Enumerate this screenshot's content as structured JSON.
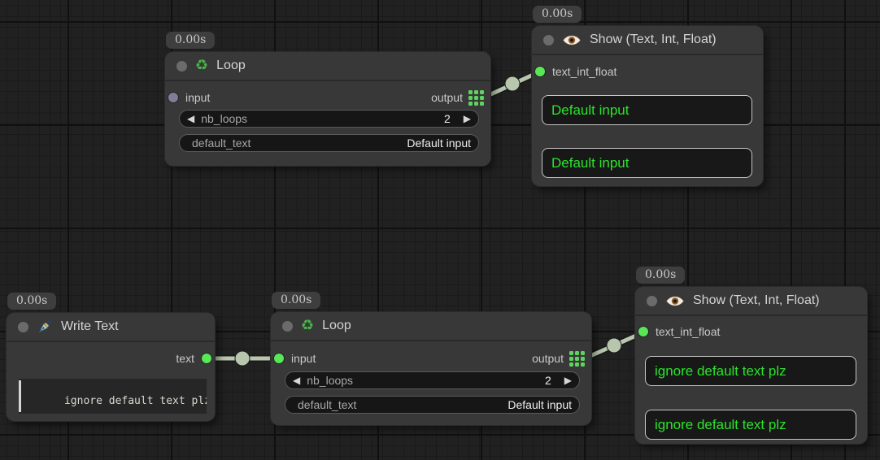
{
  "colors": {
    "wire": "#b8c6ae",
    "port_connected": "#57e757",
    "port_idle": "#7e7e96",
    "display_text_green": "#2ae42a"
  },
  "icons": {
    "stepper_left": "◀",
    "stepper_right": "▶",
    "recycle_glyph": "♻"
  },
  "nodes": {
    "loop_top": {
      "timer": "0.00s",
      "title": "Loop",
      "ports": {
        "input": "input",
        "output": "output"
      },
      "widgets": {
        "nb_loops": {
          "label": "nb_loops",
          "value": "2"
        },
        "default_text": {
          "label": "default_text",
          "value": "Default input"
        }
      }
    },
    "show_top": {
      "timer": "0.00s",
      "title": "Show (Text, Int, Float)",
      "ports": {
        "input": "text_int_float"
      },
      "displays": [
        "Default input",
        "Default input"
      ]
    },
    "write_text": {
      "timer": "0.00s",
      "title": "Write Text",
      "ports": {
        "output": "text"
      },
      "text": "ignore default text plz"
    },
    "loop_bottom": {
      "timer": "0.00s",
      "title": "Loop",
      "ports": {
        "input": "input",
        "output": "output"
      },
      "widgets": {
        "nb_loops": {
          "label": "nb_loops",
          "value": "2"
        },
        "default_text": {
          "label": "default_text",
          "value": "Default input"
        }
      }
    },
    "show_bottom": {
      "timer": "0.00s",
      "title": "Show (Text, Int, Float)",
      "ports": {
        "input": "text_int_float"
      },
      "displays": [
        "ignore default text plz",
        "ignore default text plz"
      ]
    }
  }
}
